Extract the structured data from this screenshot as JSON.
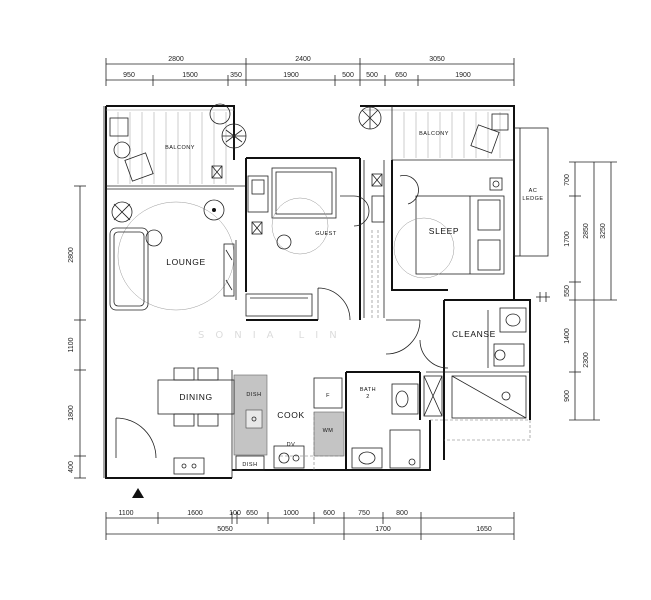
{
  "rooms": {
    "balcony_left": "BALCONY",
    "balcony_right": "BALCONY",
    "ac_ledge_line1": "AC",
    "ac_ledge_line2": "LEDGE",
    "lounge": "LOUNGE",
    "guest": "GUEST",
    "sleep": "SLEEP",
    "cleanse": "CLEANSE",
    "dining": "DINING",
    "cook": "COOK",
    "bath_line1": "BATH",
    "bath_line2": "2",
    "dish_top": "DISH",
    "dish_bottom": "DISH",
    "fridge": "F",
    "washing_machine": "WM",
    "dv": "DV"
  },
  "dimensions": {
    "top_overall": [
      "2800",
      "2400",
      "3050"
    ],
    "top_detail": [
      "950",
      "1500",
      "350",
      "1900",
      "500",
      "500",
      "650",
      "1900"
    ],
    "bottom_detail": [
      "1100",
      "1600",
      "100",
      "650",
      "1000",
      "600",
      "750",
      "800"
    ],
    "bottom_overall": [
      "5050",
      "1700",
      "1650"
    ],
    "left": [
      "2800",
      "1100",
      "1800",
      "400"
    ],
    "right_inner": [
      "700",
      "1700",
      "550",
      "1400",
      "900"
    ],
    "right_mid": [
      "2850",
      "2300"
    ],
    "right_outer": [
      "3250"
    ]
  },
  "watermark": "SONIA LIN"
}
